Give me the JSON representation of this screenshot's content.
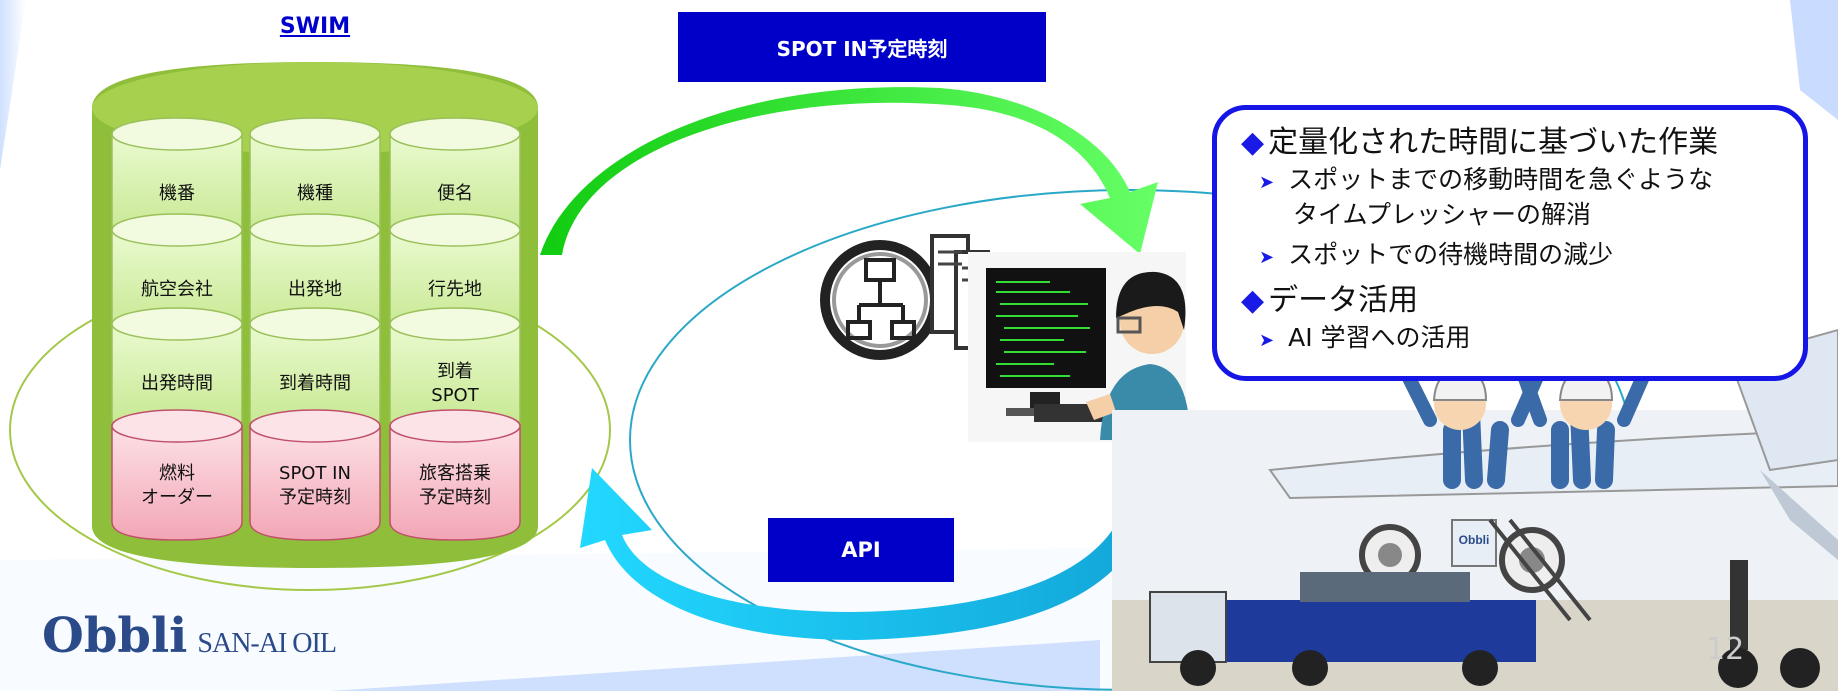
{
  "swim": {
    "title": "SWIM",
    "rows": [
      [
        "機番",
        "機種",
        "便名"
      ],
      [
        "航空会社",
        "出発地",
        "行先地"
      ],
      [
        "出発時間",
        "到着時間",
        "到着\nSPOT"
      ]
    ],
    "pink_row": [
      "燃料\nオーダー",
      "SPOT IN\n予定時刻",
      "旅客搭乗\n予定時刻"
    ]
  },
  "labels": {
    "top": "SPOT IN予定時刻",
    "api": "API"
  },
  "callout": {
    "heading1": "定量化された時間に基づいた作業",
    "items1": [
      "スポットまでの移動時間を急ぐような\nタイムプレッシャーの解消",
      "スポットでの待機時間の減少"
    ],
    "heading2": "データ活用",
    "items2": [
      "AI 学習への活用"
    ]
  },
  "logo": {
    "main": "Obbli",
    "sub": "SAN-AI OIL"
  },
  "illustration": {
    "truck_logo": "Obbli"
  },
  "page_number": "12",
  "colors": {
    "title_blue": "#0000cc",
    "label_bg": "#0000c8",
    "callout_border": "#1515e6",
    "db_green": "#8fbf3a",
    "cyl_green": "#d9f2a8",
    "cyl_pink": "#f4b3c0",
    "arrow_green": "#22dd22",
    "arrow_cyan": "#18c6f0"
  }
}
